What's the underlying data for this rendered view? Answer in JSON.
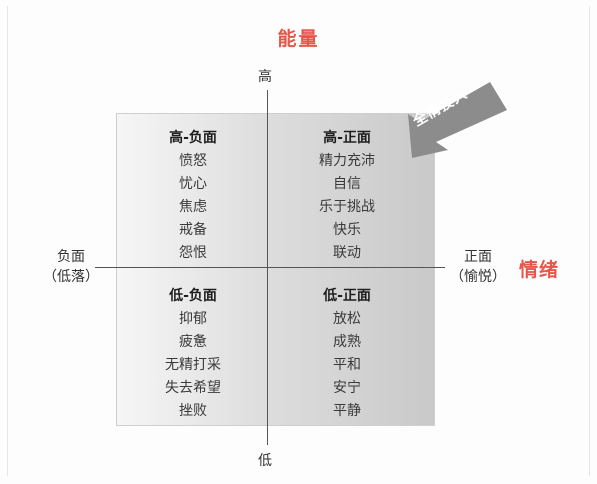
{
  "title_top": "能量",
  "title_right": "情绪",
  "axes": {
    "high": "高",
    "low": "低",
    "negative": {
      "label": "负面",
      "sub": "（低落）"
    },
    "positive": {
      "label": "正面",
      "sub": "（愉悦）"
    }
  },
  "arrow_label": "全情投入",
  "quadrants": {
    "top_left": {
      "title": "高-负面",
      "items": [
        "愤怒",
        "忧心",
        "焦虑",
        "戒备",
        "怨恨"
      ]
    },
    "top_right": {
      "title": "高-正面",
      "items": [
        "精力充沛",
        "自信",
        "乐于挑战",
        "快乐",
        "联动"
      ]
    },
    "bottom_left": {
      "title": "低-负面",
      "items": [
        "抑郁",
        "疲惫",
        "无精打采",
        "失去希望",
        "挫败"
      ]
    },
    "bottom_right": {
      "title": "低-正面",
      "items": [
        "放松",
        "成熟",
        "平和",
        "安宁",
        "平静"
      ]
    }
  },
  "colors": {
    "accent": "#e8554b",
    "arrow": "#8c8c8c"
  }
}
